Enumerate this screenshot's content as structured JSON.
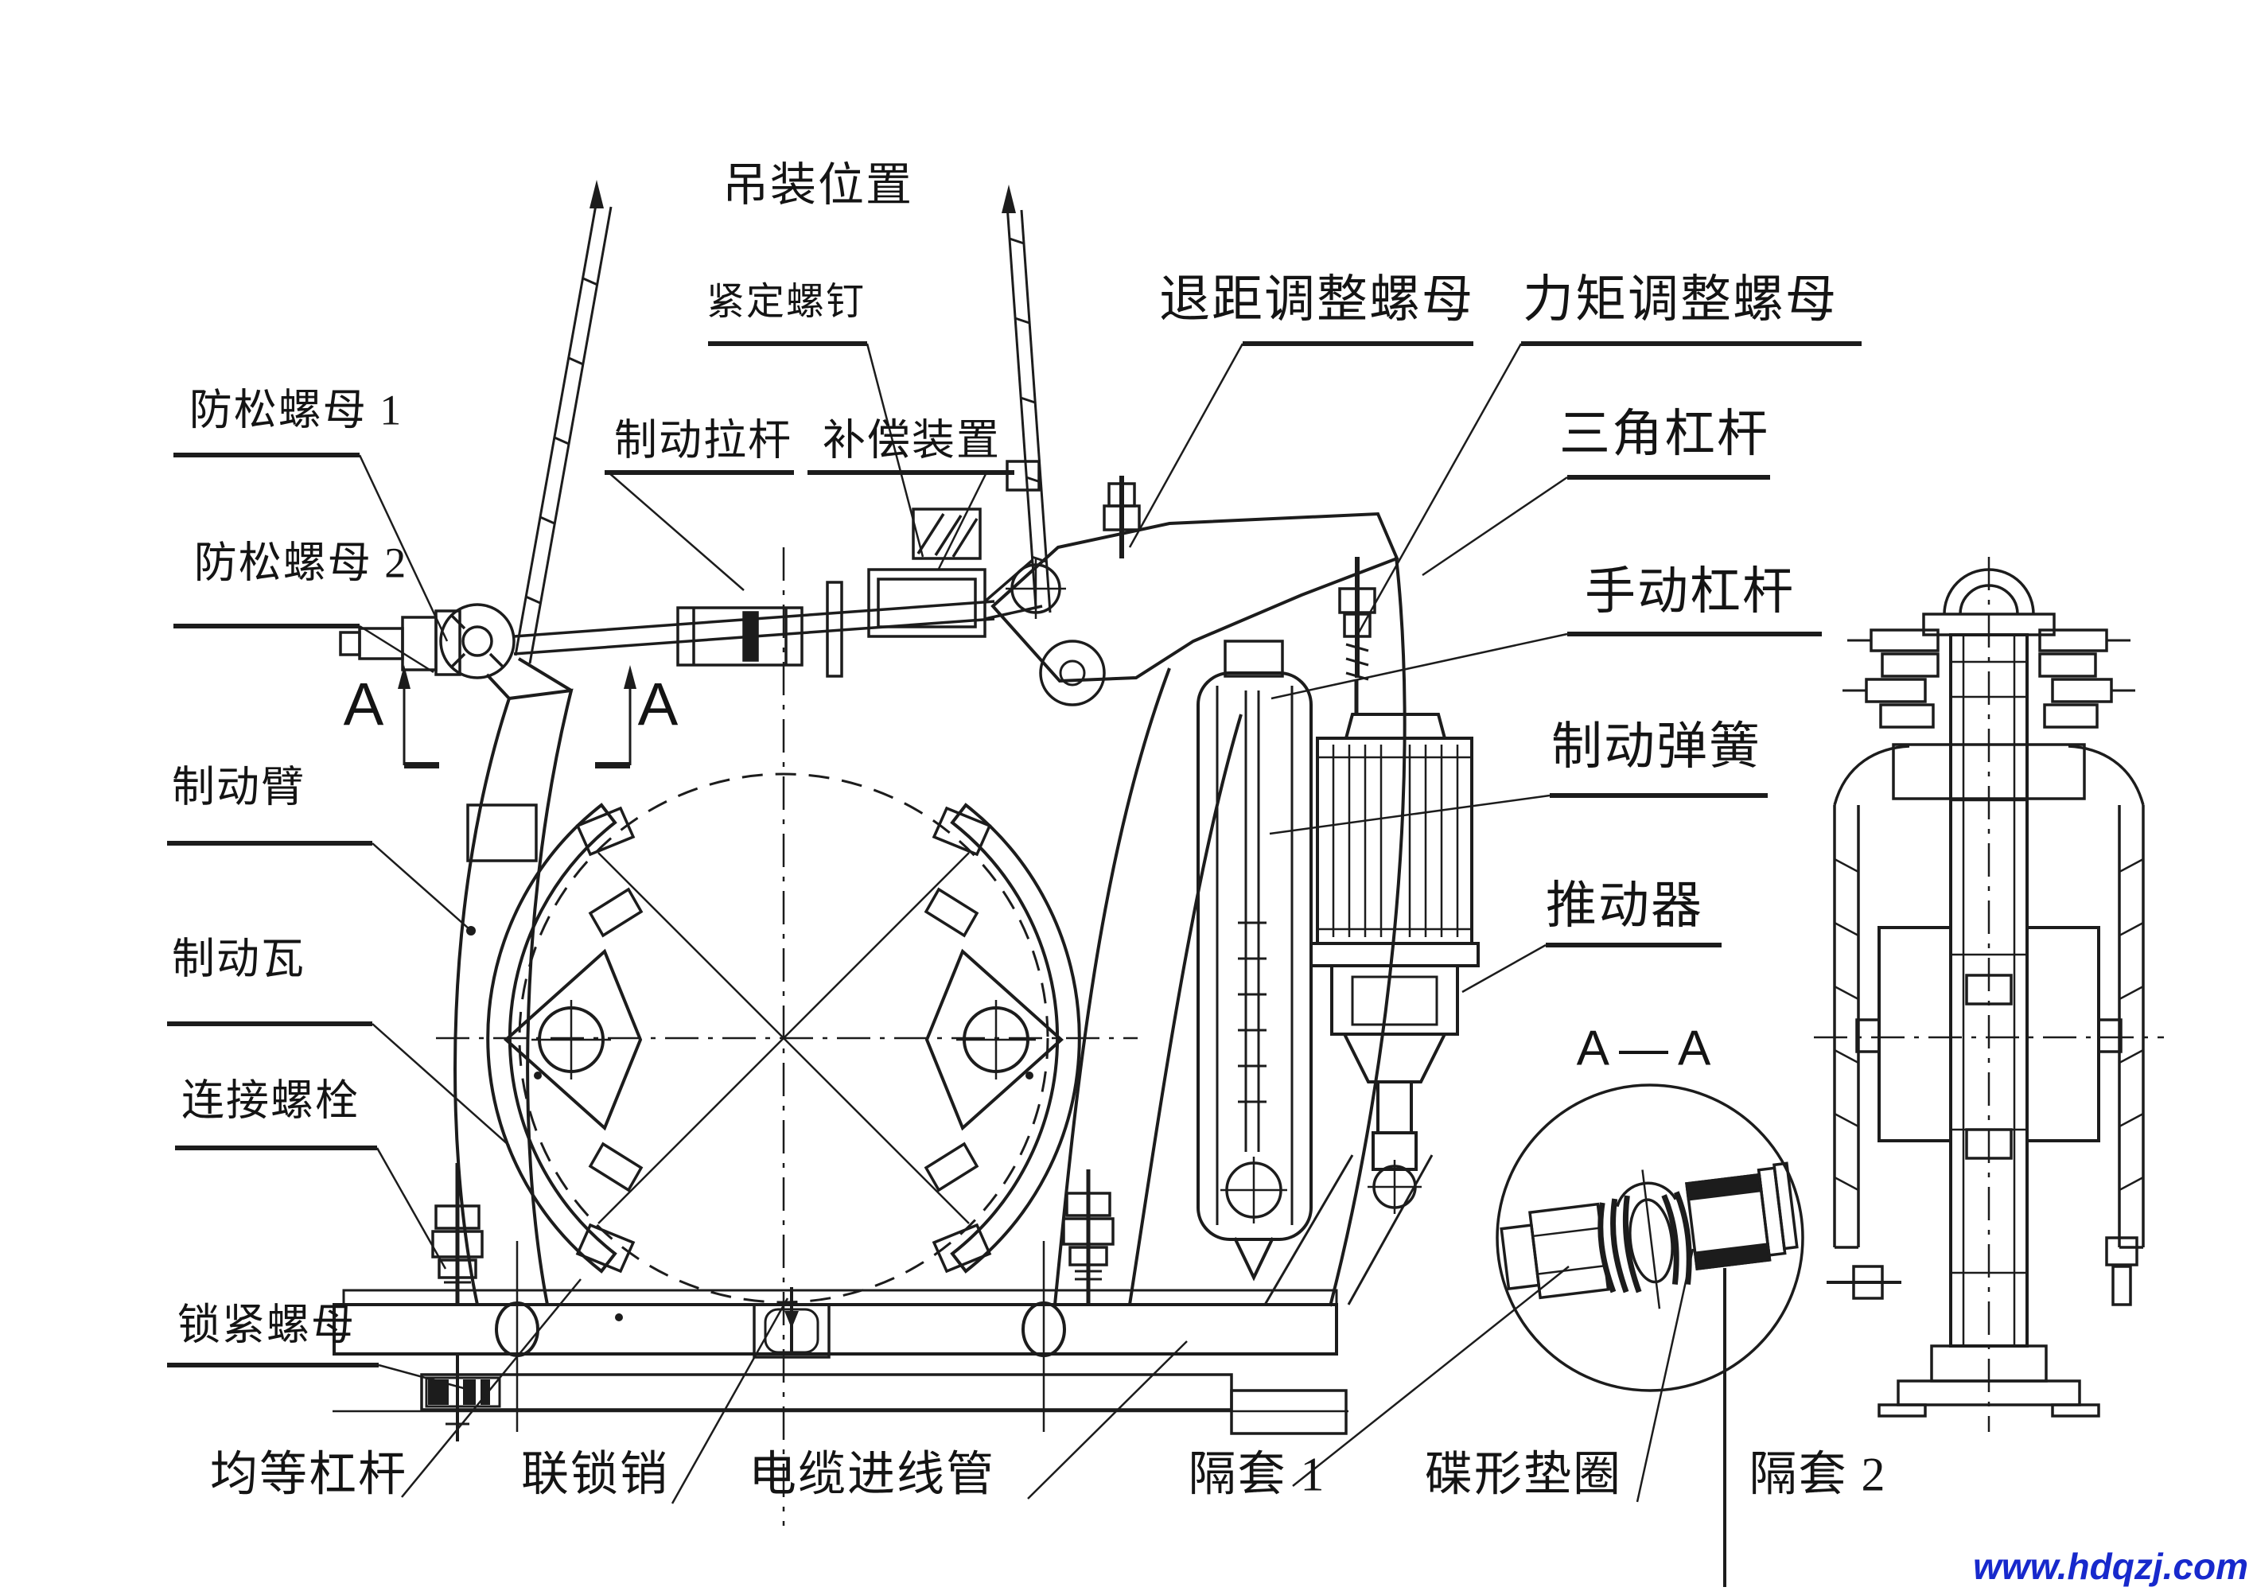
{
  "drawing": {
    "type": "engineering-diagram",
    "view_titles": {
      "section": "A—A"
    },
    "colors": {
      "ink": "#1c1c1c",
      "background": "#ffffff",
      "watermark_blue": "#1729cc"
    }
  },
  "labels": [
    {
      "id": "lifting-position",
      "text": "吊装位置"
    },
    {
      "id": "set-screw",
      "text": "紧定螺钉"
    },
    {
      "id": "retreat-adjust-nut",
      "text": "退距调整螺母"
    },
    {
      "id": "torque-adjust-nut",
      "text": "力矩调整螺母"
    },
    {
      "id": "anti-loose-nut-1",
      "text": "防松螺母 1"
    },
    {
      "id": "brake-pull-rod",
      "text": "制动拉杆"
    },
    {
      "id": "compensation-device",
      "text": "补偿装置"
    },
    {
      "id": "triangle-lever",
      "text": "三角杠杆"
    },
    {
      "id": "anti-loose-nut-2",
      "text": "防松螺母 2"
    },
    {
      "id": "manual-lever",
      "text": "手动杠杆"
    },
    {
      "id": "section-mark-left",
      "text": "A"
    },
    {
      "id": "section-mark-right",
      "text": "A"
    },
    {
      "id": "brake-arm",
      "text": "制动臂"
    },
    {
      "id": "brake-spring",
      "text": "制动弹簧"
    },
    {
      "id": "brake-shoe",
      "text": "制动瓦"
    },
    {
      "id": "thruster",
      "text": "推动器"
    },
    {
      "id": "section-title",
      "text": "A—A"
    },
    {
      "id": "connecting-bolt",
      "text": "连接螺栓"
    },
    {
      "id": "locking-nut",
      "text": "锁紧螺母"
    },
    {
      "id": "equalizing-lever",
      "text": "均等杠杆"
    },
    {
      "id": "interlock-pin",
      "text": "联锁销"
    },
    {
      "id": "cable-inlet-pipe",
      "text": "电缆进线管"
    },
    {
      "id": "spacer-1",
      "text": "隔套 1"
    },
    {
      "id": "disc-washer",
      "text": "碟形垫圈"
    },
    {
      "id": "spacer-2",
      "text": "隔套 2"
    }
  ],
  "watermark": {
    "text": "www.hdqzj.com"
  }
}
